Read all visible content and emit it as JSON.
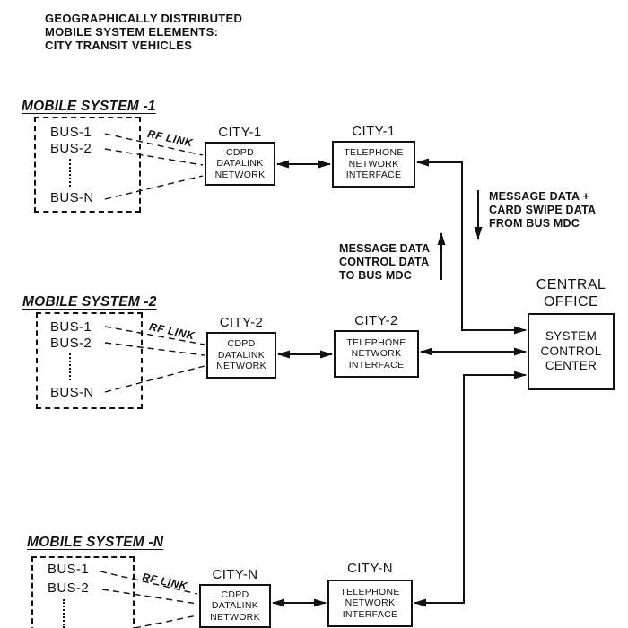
{
  "colors": {
    "ink": "#111111",
    "paper": "#ffffff"
  },
  "title": {
    "lines": [
      "GEOGRAPHICALLY DISTRIBUTED",
      "MOBILE SYSTEM ELEMENTS:",
      "CITY TRANSIT VEHICLES"
    ]
  },
  "systems": [
    {
      "label": "MOBILE SYSTEM -1",
      "buses": [
        "BUS-1",
        "BUS-2",
        "BUS-N"
      ],
      "rf_link_label": "RF LINK",
      "cdpd_title": "CITY-1",
      "cdpd_lines": [
        "CDPD",
        "DATALINK",
        "NETWORK"
      ],
      "tni_title": "CITY-1",
      "tni_lines": [
        "TELEPHONE",
        "NETWORK",
        "INTERFACE"
      ]
    },
    {
      "label": "MOBILE SYSTEM -2",
      "buses": [
        "BUS-1",
        "BUS-2",
        "BUS-N"
      ],
      "rf_link_label": "RF LINK",
      "cdpd_title": "CITY-2",
      "cdpd_lines": [
        "CDPD",
        "DATALINK",
        "NETWORK"
      ],
      "tni_title": "CITY-2",
      "tni_lines": [
        "TELEPHONE",
        "NETWORK",
        "INTERFACE"
      ]
    },
    {
      "label": "MOBILE SYSTEM -N",
      "buses": [
        "BUS-1",
        "BUS-2"
      ],
      "rf_link_label": "RF LINK",
      "cdpd_title": "CITY-N",
      "cdpd_lines": [
        "CDPD",
        "DATALINK",
        "NETWORK"
      ],
      "tni_title": "CITY-N",
      "tni_lines": [
        "TELEPHONE",
        "NETWORK",
        "INTERFACE"
      ]
    }
  ],
  "central_office": {
    "label_lines": [
      "CENTRAL",
      "OFFICE"
    ],
    "box_lines": [
      "SYSTEM",
      "CONTROL",
      "CENTER"
    ]
  },
  "annotations": {
    "from_bus": {
      "lines": [
        "MESSAGE DATA +",
        "CARD SWIPE DATA",
        "FROM BUS MDC"
      ]
    },
    "to_bus": {
      "lines": [
        "MESSAGE DATA",
        "CONTROL DATA",
        "TO BUS MDC"
      ]
    }
  }
}
